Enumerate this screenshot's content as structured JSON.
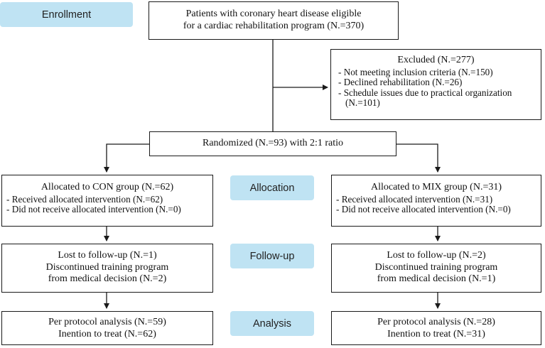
{
  "stages": {
    "enrollment": "Enrollment",
    "allocation": "Allocation",
    "followup": "Follow-up",
    "analysis": "Analysis"
  },
  "eligible": {
    "line1": "Patients with coronary heart disease eligible",
    "line2": "for a cardiac rehabilitation program (N.=370)"
  },
  "excluded": {
    "title": "Excluded (N.=277)",
    "items": [
      "- Not meeting inclusion criteria (N.=150)",
      "- Declined rehabilitation (N.=26)",
      "- Schedule issues due to practical organization",
      "(N.=101)"
    ]
  },
  "randomized": "Randomized (N.=93) with 2:1 ratio",
  "con": {
    "allocated_title": "Allocated to CON group (N.=62)",
    "allocated_items": [
      "- Received allocated intervention (N.=62)",
      "- Did not receive allocated intervention (N.=0)"
    ],
    "followup": [
      "Lost to follow-up (N.=1)",
      "Discontinued training program",
      "from medical decision (N.=2)"
    ],
    "analysis": [
      "Per protocol analysis (N.=59)",
      "Inention to treat (N.=62)"
    ]
  },
  "mix": {
    "allocated_title": "Allocated to MIX group (N.=31)",
    "allocated_items": [
      "- Received allocated intervention (N.=31)",
      "- Did not receive allocated intervention (N.=0)"
    ],
    "followup": [
      "Lost to follow-up (N.=2)",
      "Discontinued training program",
      "from medical decision (N.=1)"
    ],
    "analysis": [
      "Per protocol analysis (N.=28)",
      "Inention to treat (N.=31)"
    ]
  }
}
